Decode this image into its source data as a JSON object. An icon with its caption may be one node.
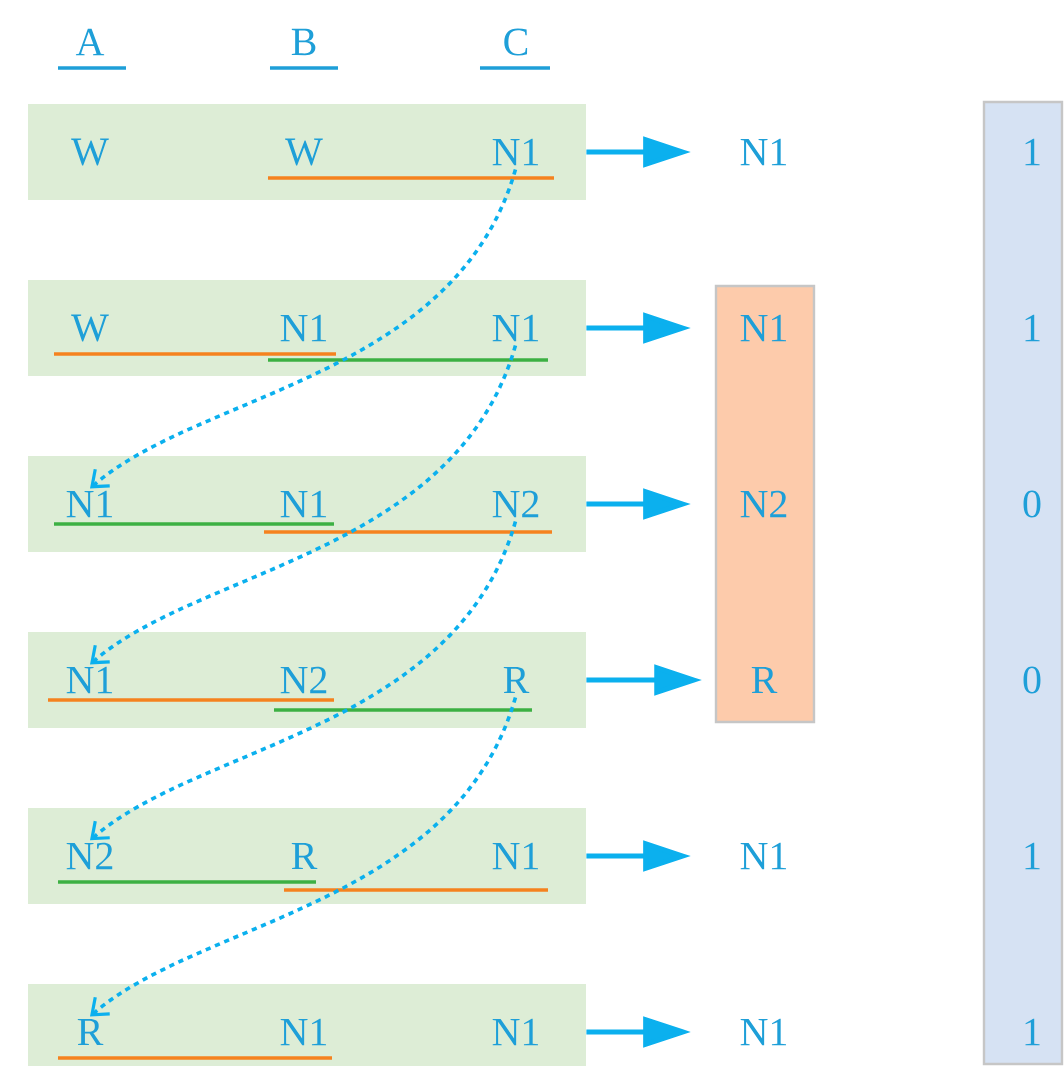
{
  "diagram": {
    "nodes": [
      {
        "text": [],
        "shape": "bar"
      },
      {
        "text": [
          "W"
        ],
        "in": 0
      },
      {
        "text": [
          "W"
        ],
        "in": 0
      },
      {
        "text": [
          "N1"
        ],
        "in": 0
      },
      {
        "text": [],
        "shape": "bar"
      },
      {
        "text": [
          "W"
        ],
        "in": 4
      },
      {
        "text": [
          "N1"
        ],
        "in": 4
      },
      {
        "text": [
          "N1"
        ],
        "in": 4
      },
      {
        "text": [],
        "shape": "bar"
      },
      {
        "text": [
          "N1"
        ],
        "in": 8
      },
      {
        "text": [
          "N1"
        ],
        "in": 8
      },
      {
        "text": [
          "N2"
        ],
        "in": 8
      },
      {
        "text": [],
        "shape": "bar"
      },
      {
        "text": [
          "N1"
        ],
        "in": 12
      },
      {
        "text": [
          "N2"
        ],
        "in": 12
      },
      {
        "text": [
          "R"
        ],
        "in": 12
      },
      {
        "text": [],
        "shape": "bar"
      },
      {
        "text": [
          "N2"
        ],
        "in": 16
      },
      {
        "text": [
          "R"
        ],
        "in": 16
      },
      {
        "text": [
          "N1"
        ],
        "in": 16
      },
      {
        "text": [],
        "shape": "bar"
      },
      {
        "text": [
          "R"
        ],
        "in": 20
      },
      {
        "text": [
          "N1"
        ],
        "in": 20
      },
      {
        "text": [
          "N1"
        ],
        "in": 20
      },
      {
        "text": [
          "N1"
        ]
      },
      {
        "text": [],
        "shape": "box"
      },
      {
        "text": [
          "N1"
        ],
        "in": 25
      },
      {
        "text": [
          "N2"
        ],
        "in": 25
      },
      {
        "text": [
          "R"
        ],
        "in": 25
      },
      {
        "text": [
          "N1"
        ]
      },
      {
        "text": [
          "N1"
        ]
      },
      {
        "text": [],
        "shape": "box"
      },
      {
        "text": [
          "1"
        ],
        "in": 31
      },
      {
        "text": [
          "1"
        ],
        "in": 31
      },
      {
        "text": [
          "0"
        ],
        "in": 31
      },
      {
        "text": [
          "0"
        ],
        "in": 31
      },
      {
        "text": [
          "1"
        ],
        "in": 31
      },
      {
        "text": [
          "1"
        ],
        "in": 31
      }
    ],
    "edges": [
      {
        "from": 0,
        "to": 24,
        "arrow": "to"
      },
      {
        "from": 4,
        "to": 26,
        "arrow": "to"
      },
      {
        "from": 8,
        "to": 27,
        "arrow": "to"
      },
      {
        "from": 12,
        "to": 28,
        "arrow": "to"
      },
      {
        "from": 16,
        "to": 29,
        "arrow": "to"
      },
      {
        "from": 20,
        "to": 30,
        "arrow": "to"
      },
      {
        "from": 3,
        "to": 9,
        "arrow": "to",
        "style": "dashed"
      },
      {
        "from": 7,
        "to": 13,
        "arrow": "to",
        "style": "dashed"
      },
      {
        "from": 11,
        "to": 17,
        "arrow": "to",
        "style": "dashed"
      },
      {
        "from": 15,
        "to": 21,
        "arrow": "to",
        "style": "dashed"
      }
    ],
    "labels": [
      "A",
      "B",
      "C"
    ]
  }
}
